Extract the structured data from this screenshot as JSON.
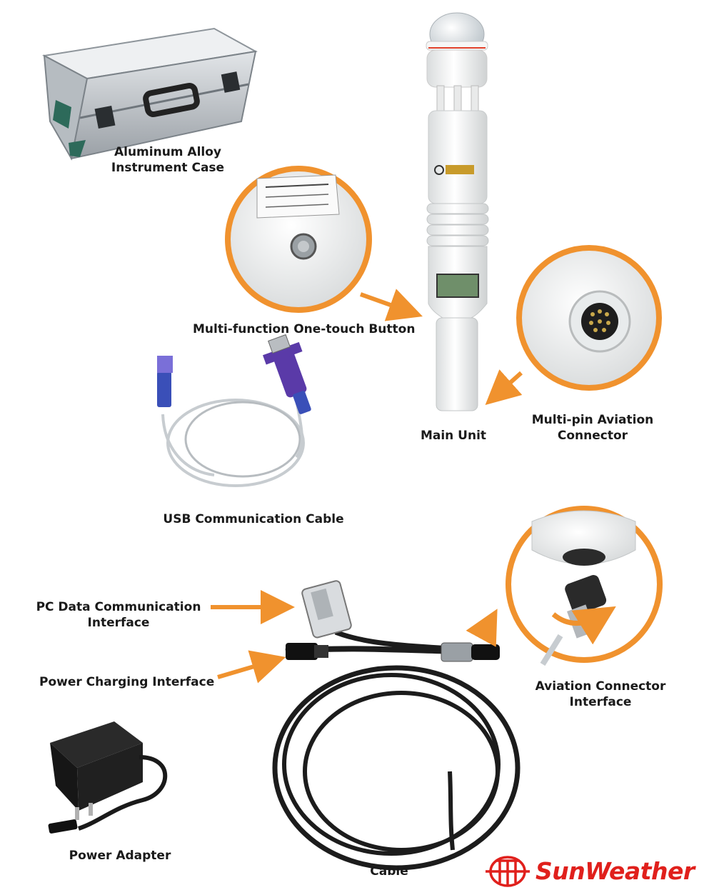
{
  "labels": {
    "case": [
      "Aluminum Alloy",
      "Instrument Case"
    ],
    "button": "Multi-function One-touch Button",
    "usb_cable": "USB Communication Cable",
    "main_unit": "Main Unit",
    "aviation_connector": [
      "Multi-pin Aviation",
      "Connector"
    ],
    "pc_interface": [
      "PC Data Communication",
      "Interface"
    ],
    "power_interface": "Power Charging Interface",
    "aviation_interface": [
      "Aviation Connector",
      "Interface"
    ],
    "power_adapter": "Power Adapter",
    "cable": "Cable"
  },
  "brand": {
    "name": "SunWeather",
    "color": "#e0201c"
  },
  "colors": {
    "callout_ring": "#f0922e",
    "arrow": "#f0922e",
    "case_metal": "#c9cdd1",
    "device_body": "#f4f5f5",
    "cable_black": "#1c1c1c",
    "usb_blue": "#3a4fb8",
    "db9_purple": "#5a3aa8"
  },
  "icons": [
    "brand-logo-icon"
  ]
}
